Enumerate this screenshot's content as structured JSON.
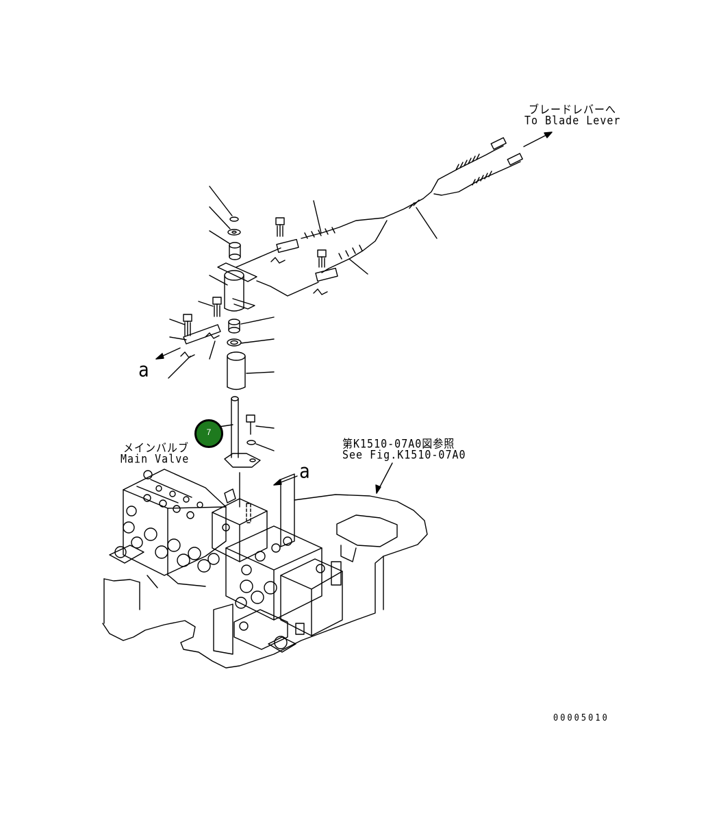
{
  "labels": {
    "to_blade_lever_jp": "ブレードレバーへ",
    "to_blade_lever_en": "To Blade Lever",
    "main_valve_jp": "メインバルブ",
    "main_valve_en": "Main Valve",
    "see_fig_jp": "第K1510-07A0図参照",
    "see_fig_en": "See Fig.K1510-07A0",
    "section_a_left": "a",
    "section_a_right": "a",
    "drawing_number": "00005010"
  },
  "callout": {
    "number": "7"
  },
  "colors": {
    "callout_fill": "#1e7a1e",
    "line": "#000000"
  }
}
